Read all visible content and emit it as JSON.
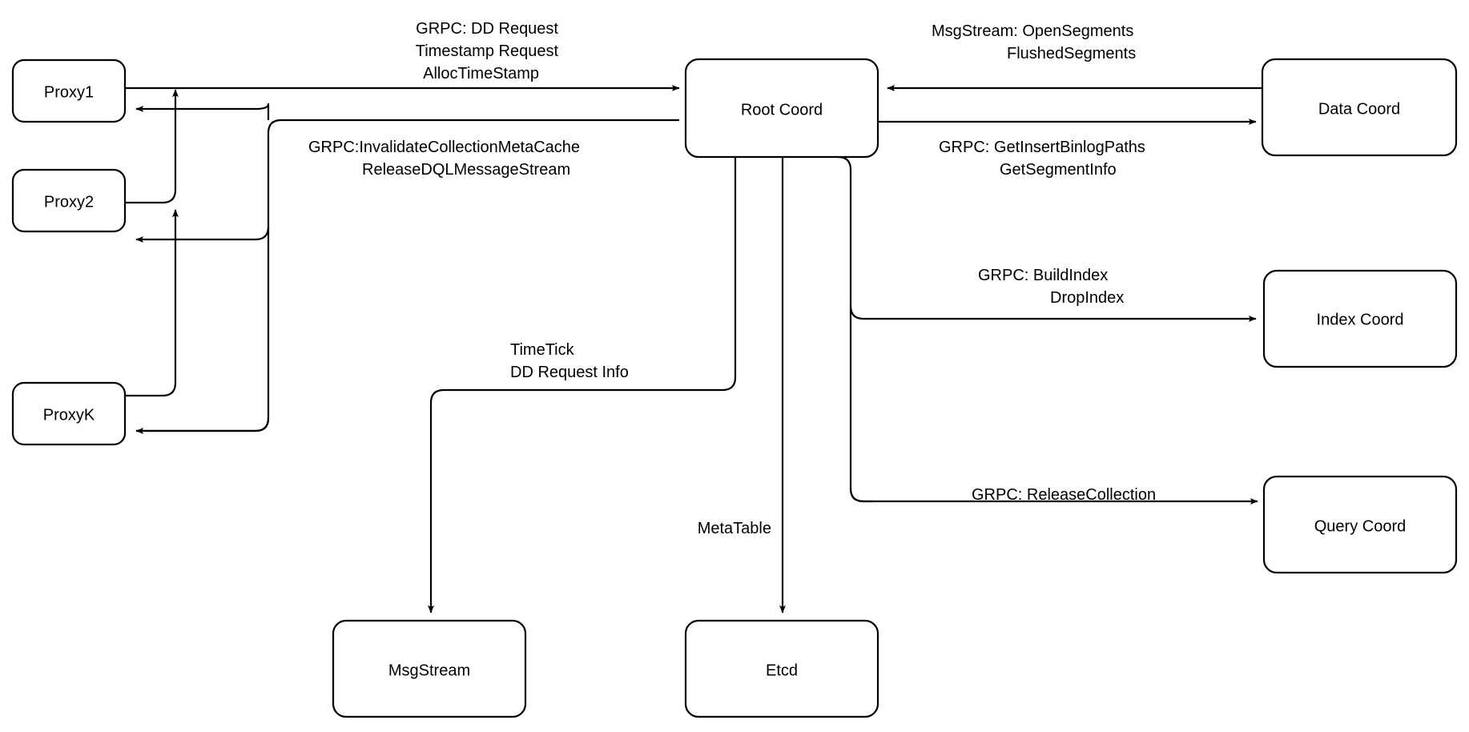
{
  "diagram": {
    "title": "Root Coord Interaction Diagram",
    "background_color": "#ffffff",
    "stroke_color": "#000000",
    "nodes": [
      {
        "id": "proxy1",
        "label": "Proxy1"
      },
      {
        "id": "proxy2",
        "label": "Proxy2"
      },
      {
        "id": "proxyk",
        "label": "ProxyK"
      },
      {
        "id": "root_coord",
        "label": "Root Coord"
      },
      {
        "id": "data_coord",
        "label": "Data Coord"
      },
      {
        "id": "index_coord",
        "label": "Index Coord"
      },
      {
        "id": "query_coord",
        "label": "Query Coord"
      },
      {
        "id": "msgstream",
        "label": "MsgStream"
      },
      {
        "id": "etcd",
        "label": "Etcd"
      }
    ],
    "edge_labels": {
      "proxy_to_root": [
        "GRPC: DD Request",
        "Timestamp Request",
        "AllocTimeStamp"
      ],
      "root_to_proxy": [
        "GRPC:InvalidateCollectionMetaCache",
        "ReleaseDQLMessageStream"
      ],
      "datacoord_to_root": [
        "MsgStream: OpenSegments",
        "FlushedSegments"
      ],
      "root_to_datacoord": [
        "GRPC: GetInsertBinlogPaths",
        "GetSegmentInfo"
      ],
      "root_to_indexcoord": [
        "GRPC: BuildIndex",
        "DropIndex"
      ],
      "root_to_querycoord": [
        "GRPC: ReleaseCollection"
      ],
      "root_to_msgstream": [
        "TimeTick",
        "DD Request Info"
      ],
      "root_to_etcd": [
        "MetaTable"
      ]
    }
  }
}
